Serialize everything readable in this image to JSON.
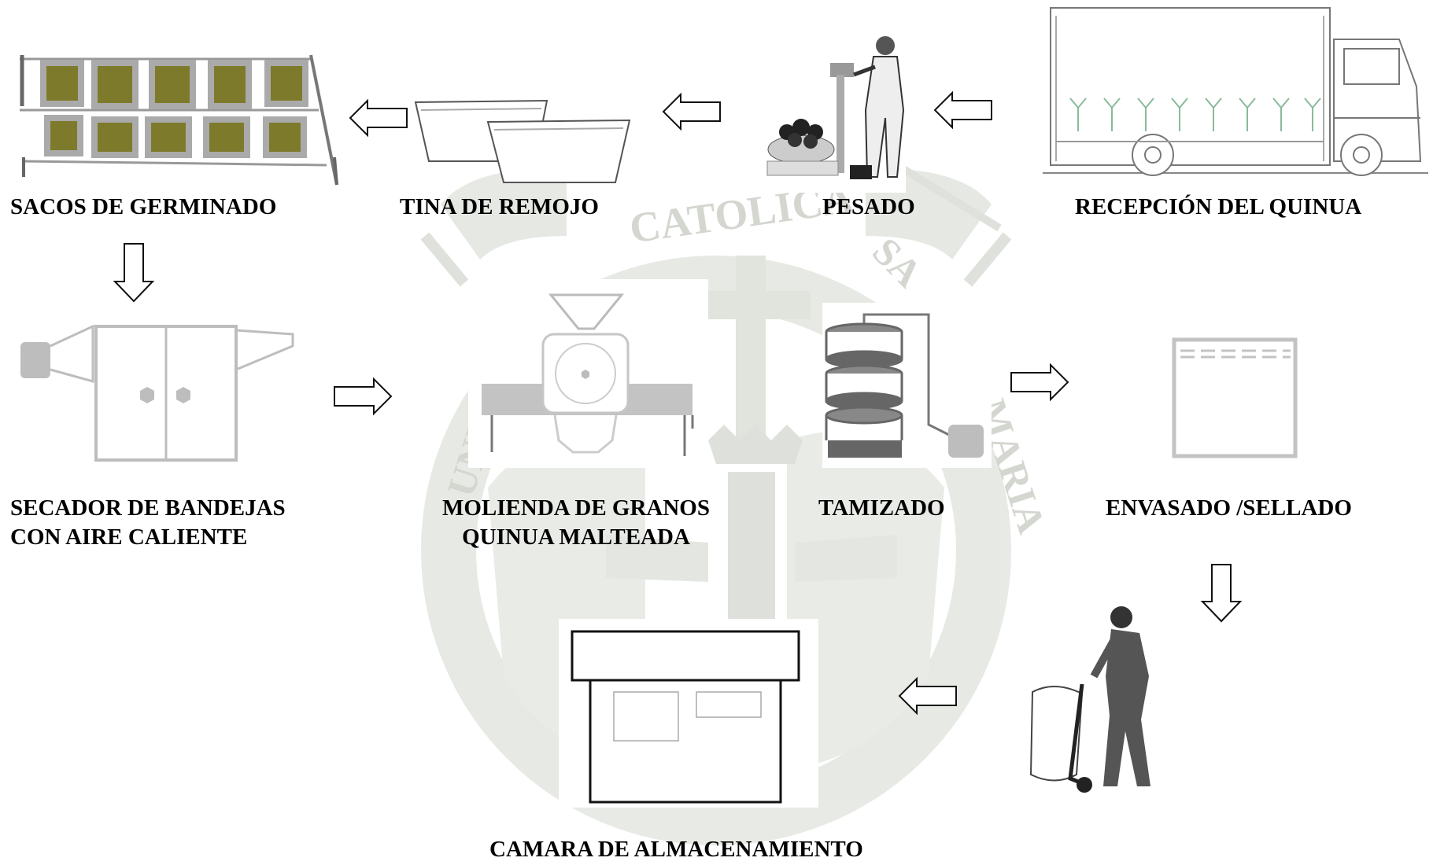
{
  "steps": {
    "recepcion": "RECEPCIÓN DEL QUINUA",
    "pesado": "PESADO",
    "tina": "TINA DE REMOJO",
    "sacos": "SACOS DE GERMINADO",
    "secador_line1": "SECADOR DE BANDEJAS",
    "secador_line2": "CON AIRE CALIENTE",
    "molienda_line1": "MOLIENDA DE GRANOS",
    "molienda_line2": "QUINUA MALTEADA",
    "tamizado": "TAMIZADO",
    "envasado": "ENVASADO /SELLADO",
    "camara": "CAMARA DE ALMACENAMIENTO"
  },
  "watermark": {
    "top_text": "CATOLICA",
    "left_text": "UNIV",
    "right_text": "MARIA",
    "right_text_2": "SA"
  },
  "colors": {
    "sack_fill": "#7d7a2b",
    "watermark": "#d6d9d2",
    "equipment_gray": "#bdbdbd"
  }
}
